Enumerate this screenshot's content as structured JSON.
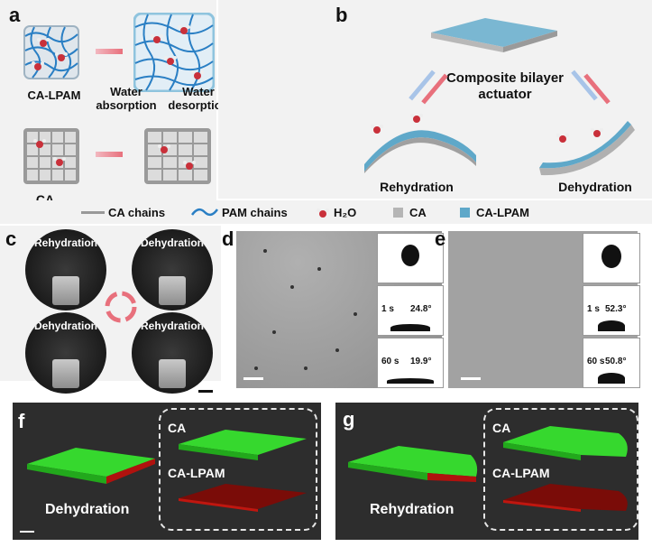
{
  "panels": {
    "a": "a",
    "b": "b",
    "c": "c",
    "d": "d",
    "e": "e",
    "f": "f",
    "g": "g"
  },
  "a": {
    "label_calpam": "CA-LPAM",
    "water_absorption": "Water absorption",
    "water_desorption": "Water desorption",
    "label_ca": "CA"
  },
  "b": {
    "composite": "Composite bilayer actuator",
    "rehydration": "Rehydration",
    "dehydration": "Dehydration"
  },
  "legend": {
    "ca_chains": "CA chains",
    "pam_chains": "PAM chains",
    "h2o": "H₂O",
    "ca": "CA",
    "ca_lpam": "CA-LPAM"
  },
  "c": {
    "tl": "Rehydration",
    "tr": "Dehydration",
    "bl": "Dehydration",
    "br": "Rehydration"
  },
  "d": {
    "t1": "1 s",
    "a1": "24.8°",
    "t2": "60 s",
    "a2": "19.9°"
  },
  "e": {
    "t1": "1 s",
    "a1": "52.3°",
    "t2": "60 s",
    "a2": "50.8°"
  },
  "f": {
    "ca": "CA",
    "ca_lpam": "CA-LPAM",
    "caption": "Dehydration"
  },
  "g": {
    "ca": "CA",
    "ca_lpam": "CA-LPAM",
    "caption": "Rehydration"
  },
  "colors": {
    "pam": "#2a7fc4",
    "ca_gray": "#b5b5b5",
    "calpam_blue": "#5fa8c9",
    "water_red": "#c9303a",
    "green_layer": "#36d82e",
    "red_layer": "#b0120e"
  }
}
